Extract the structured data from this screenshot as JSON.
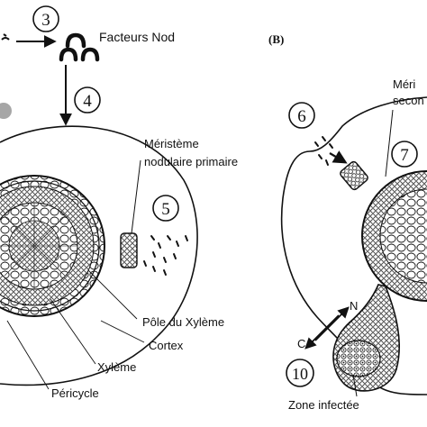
{
  "steps": {
    "s3": "3",
    "s4": "4",
    "s5": "5",
    "s6": "6",
    "s7": "7",
    "s10": "10"
  },
  "panel_label": "(B)",
  "labels": {
    "facteurs_nod": "Facteurs Nod",
    "meristeme_line1": "Méristème",
    "meristeme_line2": "nodulaire primaire",
    "pole_xyleme": "Pôle du Xylème",
    "cortex": "Cortex",
    "xyleme": "Xylème",
    "pericycle": "Péricycle",
    "meri_partial": "Méri",
    "secon_partial": "secon",
    "zone_infectee": "Zone infectée",
    "arrow_n": "N",
    "arrow_c": "C"
  },
  "colors": {
    "ink": "#111111",
    "gray_dot": "#a6a6a6",
    "background": "#ffffff"
  }
}
